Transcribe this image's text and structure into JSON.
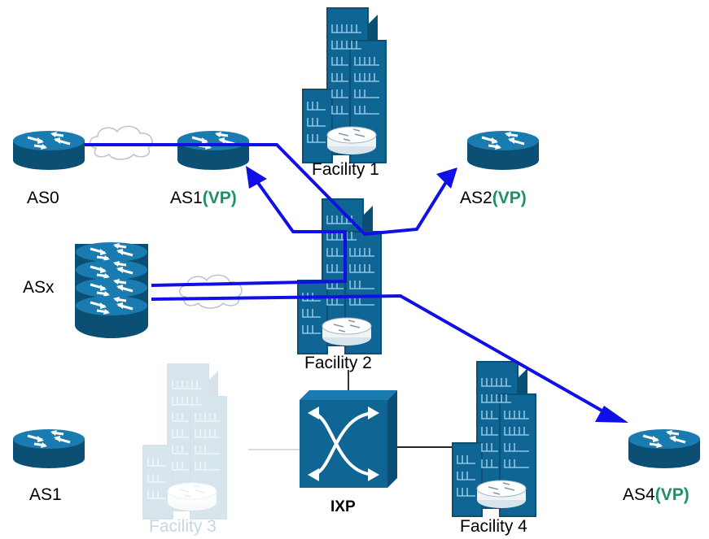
{
  "labels": {
    "as0": "AS0",
    "as1_top": "AS1",
    "as2": "AS2",
    "asx": "ASx",
    "as1_bottom": "AS1",
    "as4": "AS4",
    "vp": "(VP)",
    "facility1": "Facility 1",
    "facility2": "Facility 2",
    "facility3": "Facility 3",
    "facility4": "Facility 4",
    "ixp": "IXP"
  },
  "colors": {
    "device": "#0f6593",
    "device_dark": "#0b4f74",
    "path": "#1010e6",
    "vp_text": "#1f8f6a",
    "faded_building": "#dde8f0"
  },
  "icons": [
    "router-icon",
    "building-icon",
    "ixp-switch-icon",
    "cloud-icon",
    "router-stack-icon"
  ]
}
